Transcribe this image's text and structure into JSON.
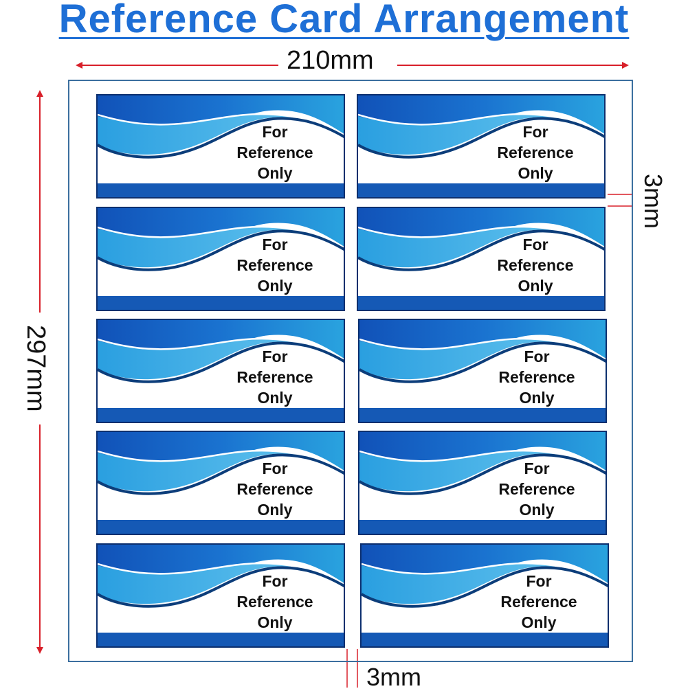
{
  "title": "Reference Card Arrangement",
  "dimensions": {
    "width": "210mm",
    "height": "297mm",
    "vertical_gap": "3mm",
    "horizontal_gap": "3mm"
  },
  "card": {
    "line1": "For",
    "line2": "Reference",
    "line3": "Only"
  },
  "colors": {
    "title": "#1e6fd6",
    "arrow": "#d8202a",
    "card_blue": "#1565c0",
    "card_light_blue": "#2aa4df",
    "card_dark": "#0c2f6e"
  }
}
